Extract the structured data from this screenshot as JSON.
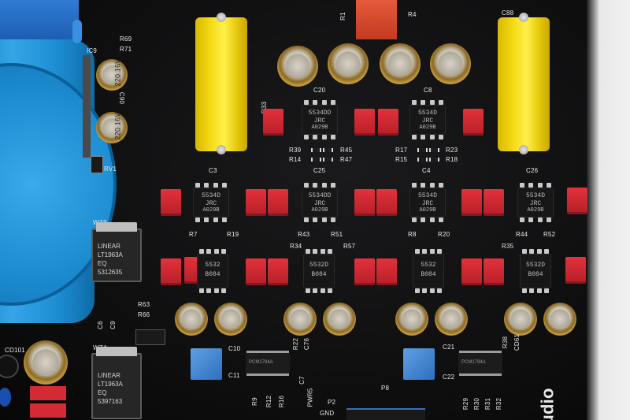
{
  "labels": {
    "r1": "R1",
    "r4": "R4",
    "r69": "R69",
    "r71": "R71",
    "ic9": "IC9",
    "c88": "C88",
    "c90": "C90",
    "rv1": "RV1",
    "c20": "C20",
    "c8": "C8",
    "r33": "R33",
    "r45": "R45",
    "r39": "R39",
    "r14": "R14",
    "r47": "R47",
    "r17": "R17",
    "r23": "R23",
    "r15": "R15",
    "r18": "R18",
    "c3": "C3",
    "c25": "C25",
    "c4": "C4",
    "c26": "C26",
    "r7": "R7",
    "r19": "R19",
    "r43": "R43",
    "r51": "R51",
    "r8": "R8",
    "r20": "R20",
    "r44": "R44",
    "r52": "R52",
    "r34": "R34",
    "r57": "R57",
    "r35": "R35",
    "wz3": "WZ3",
    "wz4": "WZ4",
    "r63": "R63",
    "r66": "R66",
    "c6": "C6",
    "c9": "C9",
    "cd101": "CD101",
    "c10": "C10",
    "c11": "C11",
    "c21": "C21",
    "c22": "C22",
    "c76": "C76",
    "r22": "R22",
    "c7": "C7",
    "r38": "R38",
    "cd61": "CD61",
    "r16": "R16",
    "r12": "R12",
    "r9": "R9",
    "r29": "R29",
    "r30": "R30",
    "r31": "R31",
    "r32": "R32",
    "p8": "P8",
    "pwr5": "PWR5",
    "p2": "P2",
    "gnd": "GND",
    "brand": "udio"
  },
  "opamps": {
    "top_left": {
      "line1": "5534DD",
      "line2": "JRC",
      "line3": "A029B"
    },
    "top_right": {
      "line1": "5534D",
      "line2": "JRC",
      "line3": "A029B"
    },
    "mid_1": {
      "line1": "5534D",
      "line2": "JRC",
      "line3": "A029B"
    },
    "mid_2": {
      "line1": "5534DD",
      "line2": "JRC",
      "line3": "A029B"
    },
    "mid_3": {
      "line1": "5534D",
      "line2": "JRC",
      "line3": "A029B"
    },
    "mid_4": {
      "line1": "5534D",
      "line2": "JRC",
      "line3": "A029B"
    },
    "low_1": {
      "line1": "5532",
      "line2": "B084"
    },
    "low_2": {
      "line1": "5532D",
      "line2": "B084"
    },
    "low_3": {
      "line1": "5532",
      "line2": "B084"
    },
    "low_4": {
      "line1": "5532D",
      "line2": "B084"
    }
  },
  "regulators": {
    "wz3": {
      "brand": "LINEAR",
      "part": "LT1963A",
      "suffix": "EQ",
      "code": "5312635"
    },
    "wz4": {
      "brand": "LINEAR",
      "part": "LT1963A",
      "suffix": "EQ",
      "code": "5397163"
    }
  },
  "dacs": {
    "left": "PCM1794A",
    "right": "PCM1794A"
  },
  "small_caps": {
    "top": "220 16V",
    "bottom": "220 16V"
  },
  "colors": {
    "pcb": "#0d0d0e",
    "wima_red": "#d42a33",
    "film_yellow": "#f3d614",
    "transformer_blue": "#1c8bd0"
  }
}
